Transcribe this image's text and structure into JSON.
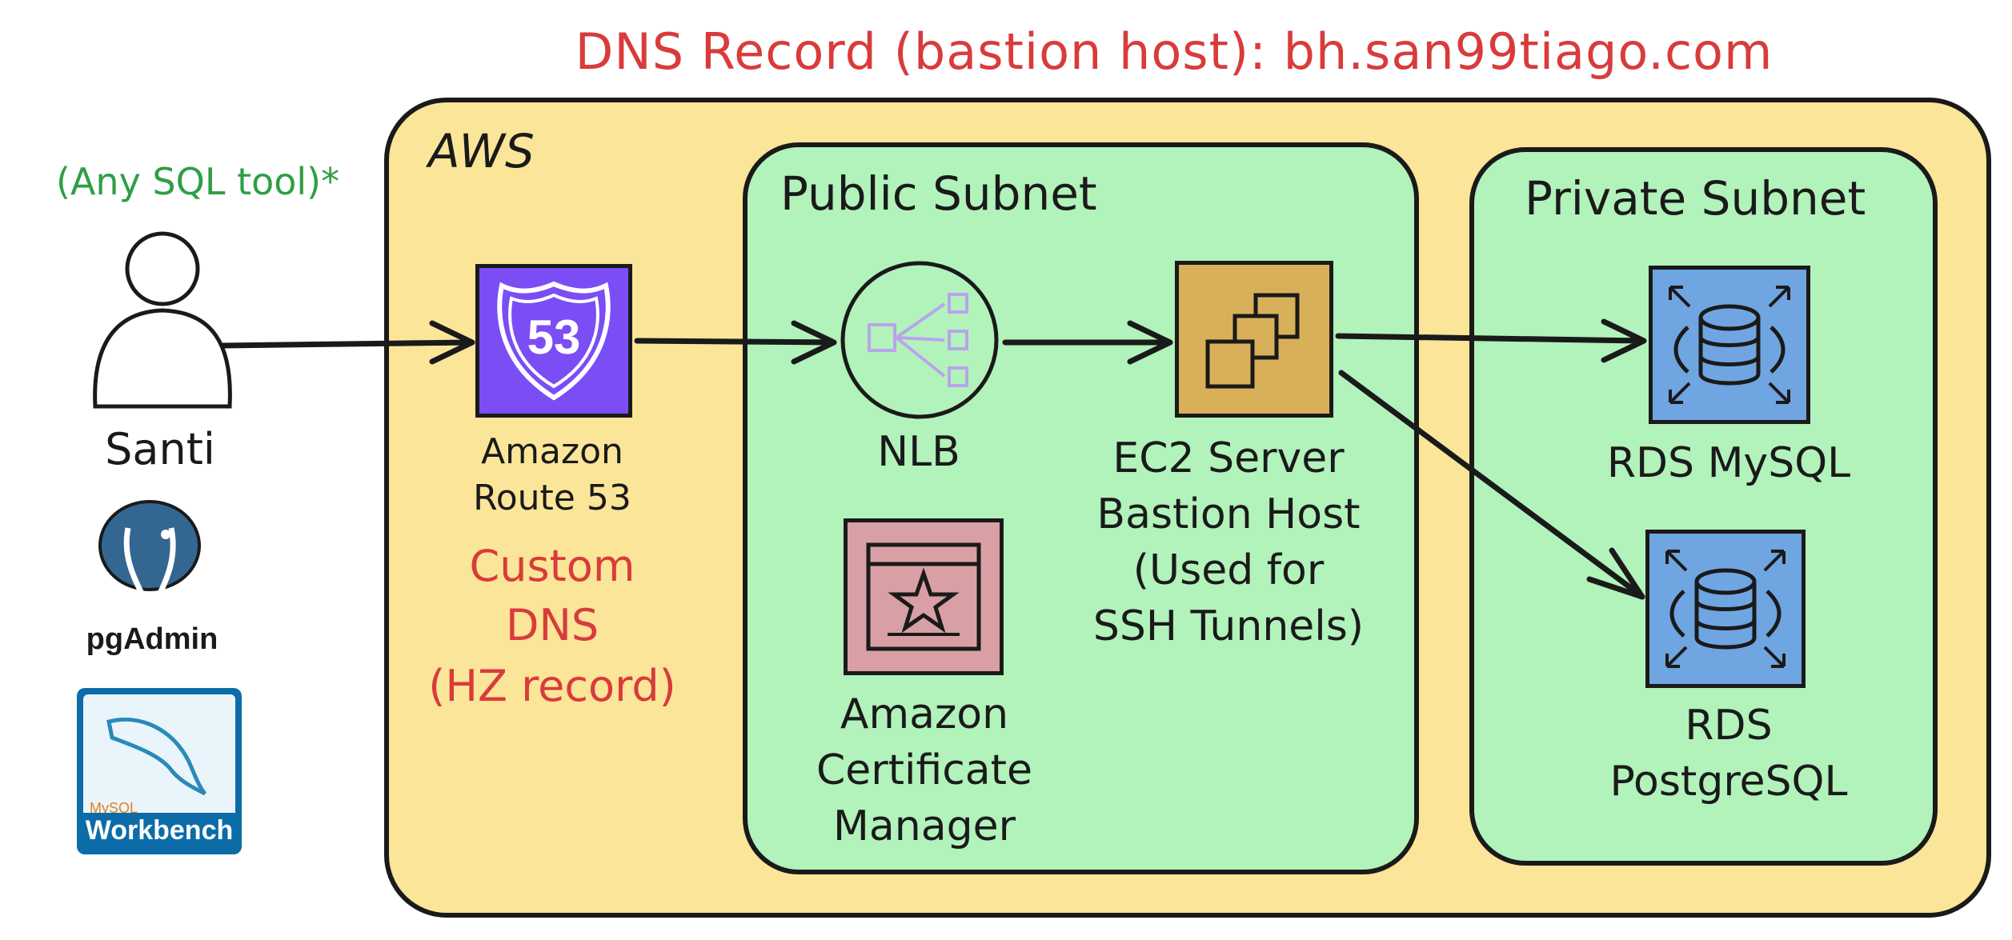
{
  "title": "DNS Record (bastion host):  bh.san99tiago.com",
  "user": {
    "tool_note": "(Any SQL tool)*",
    "name": "Santi",
    "tools": [
      {
        "name": "pgAdmin",
        "icon": "pgadmin-elephant-icon"
      },
      {
        "name": "MySQL",
        "name2": "Workbench",
        "icon": "mysql-workbench-dolphin-icon"
      }
    ]
  },
  "aws": {
    "label": "AWS",
    "route53": {
      "line1": "Amazon",
      "line2": "Route 53",
      "badge": "53",
      "color": "#7b4df5"
    },
    "custom_dns": {
      "line1": "Custom",
      "line2": "DNS",
      "line3": "(HZ record)"
    }
  },
  "public_subnet": {
    "label": "Public Subnet",
    "nlb": {
      "label": "NLB"
    },
    "ec2": {
      "line1": "EC2 Server",
      "line2": "Bastion Host",
      "line3": "(Used for",
      "line4": "SSH Tunnels)",
      "color": "#d9b05a"
    },
    "acm": {
      "line1": "Amazon",
      "line2": "Certificate",
      "line3": "Manager",
      "color": "#d8a0a4"
    }
  },
  "private_subnet": {
    "label": "Private Subnet",
    "mysql": {
      "line1": "RDS MySQL",
      "color": "#6fa5e0"
    },
    "postgres": {
      "line1": "RDS",
      "line2": "PostgreSQL",
      "color": "#6fa5e0"
    }
  },
  "colors": {
    "aws_bg": "#fbe599",
    "subnet_bg": "#b2f2bb",
    "accent_red": "#d93b3b",
    "accent_green": "#2f9e44"
  }
}
